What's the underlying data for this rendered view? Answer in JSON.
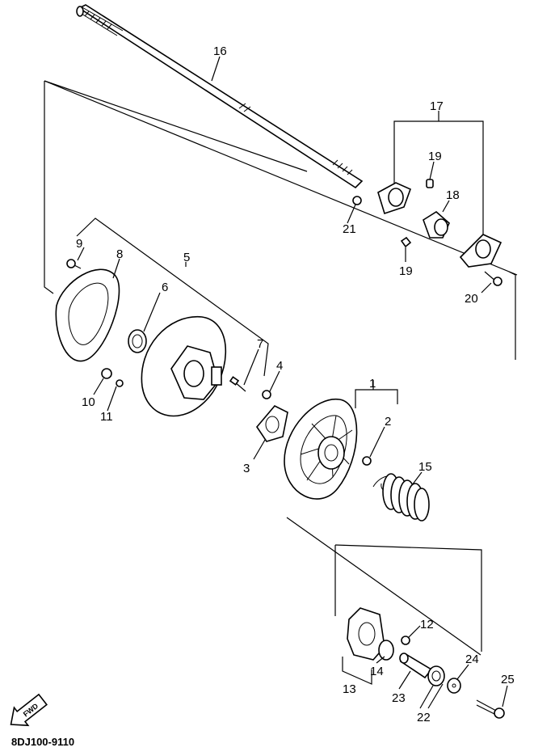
{
  "labels": {
    "p1": "1",
    "p2": "2",
    "p3": "3",
    "p4": "4",
    "p5": "5",
    "p6": "6",
    "p7": "7",
    "p8": "8",
    "p9": "9",
    "p10": "10",
    "p11": "11",
    "p12": "12",
    "p13": "13",
    "p14": "14",
    "p15": "15",
    "p16": "16",
    "p17": "17",
    "p18": "18",
    "p19a": "19",
    "p19b": "19",
    "p20": "20",
    "p21": "21",
    "p22": "22",
    "p23": "23",
    "p24": "24",
    "p25": "25"
  },
  "fwd": "FWD",
  "diagram_code": "8DJ100-9110"
}
